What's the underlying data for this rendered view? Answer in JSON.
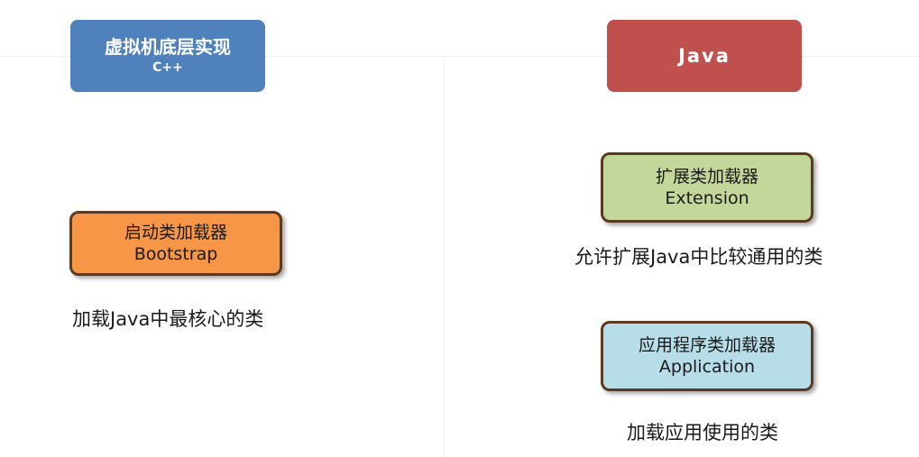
{
  "headers": {
    "native": {
      "title": "虚拟机底层实现",
      "subtitle": "C++",
      "color": "#4f81bd"
    },
    "java": {
      "title": "Java",
      "color": "#c0504d"
    }
  },
  "loaders": {
    "bootstrap": {
      "name": "启动类加载器",
      "english": "Bootstrap",
      "fill": "#f79646",
      "description": "加载Java中最核心的类"
    },
    "extension": {
      "name": "扩展类加载器",
      "english": "Extension",
      "fill": "#c4d79b",
      "description": "允许扩展Java中比较通用的类"
    },
    "application": {
      "name": "应用程序类加载器",
      "english": "Application",
      "fill": "#b7dde8",
      "description": "加载应用使用的类"
    }
  },
  "colors": {
    "border": "#5a3b22",
    "divider": "#f0f0f0"
  }
}
